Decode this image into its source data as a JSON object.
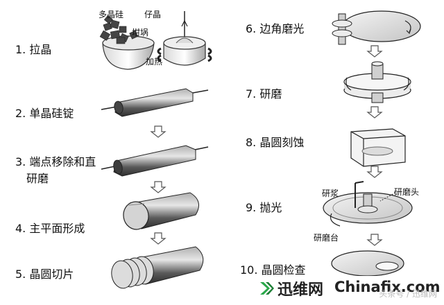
{
  "steps": [
    {
      "number": "1.",
      "label": "拉晶"
    },
    {
      "number": "2.",
      "label": "单晶硅锭"
    },
    {
      "number": "3.",
      "label": "端点移除和直",
      "label2": "研磨"
    },
    {
      "number": "4.",
      "label": "主平面形成"
    },
    {
      "number": "5.",
      "label": "晶圆切片"
    },
    {
      "number": "6.",
      "label": "边角磨光"
    },
    {
      "number": "7.",
      "label": "研磨"
    },
    {
      "number": "8.",
      "label": "晶圆刻蚀"
    },
    {
      "number": "9.",
      "label": "抛光"
    },
    {
      "number": "10.",
      "label": "晶圆检查"
    }
  ],
  "annotations": {
    "polysilicon": "多晶硅",
    "seed_crystal": "仔晶",
    "crucible": "坩埚",
    "heating": "加热",
    "slurry": "研浆",
    "polishing_head": "研磨头",
    "polishing_table": "研磨台"
  },
  "watermark": {
    "brand_cn": "迅维网",
    "brand_en": "Chinafix.com",
    "faint_text": "头条号 / 迅维网"
  },
  "colors": {
    "arrow_fill": "#ffffff",
    "arrow_stroke": "#555555",
    "ingot_dark": "#555555",
    "ingot_light": "#c8c8c8",
    "logo_green": "#2aa84a"
  }
}
